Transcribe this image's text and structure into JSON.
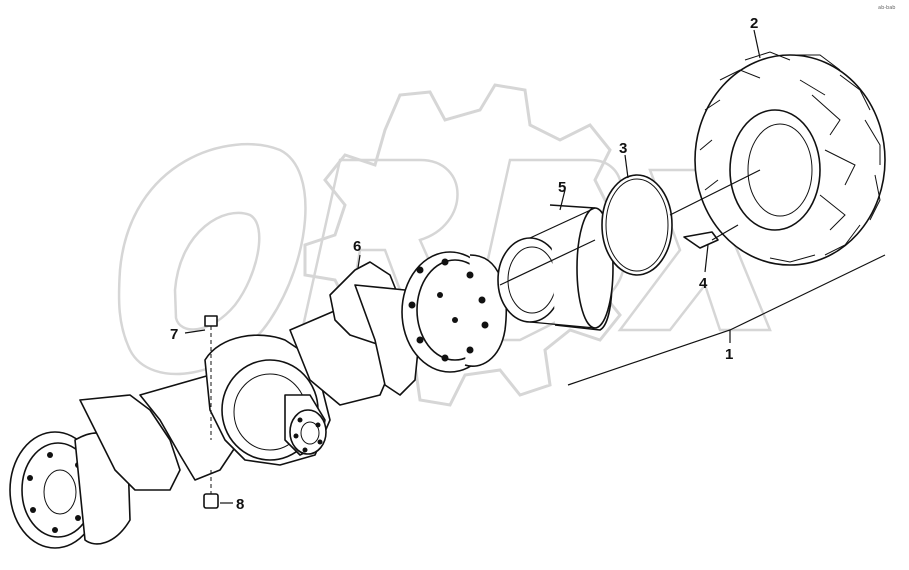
{
  "watermark": {
    "text": "ORBX"
  },
  "corner_mark": {
    "text": "ab-bab"
  },
  "callouts": [
    {
      "id": "1",
      "label": "1"
    },
    {
      "id": "2",
      "label": "2"
    },
    {
      "id": "3",
      "label": "3"
    },
    {
      "id": "4",
      "label": "4"
    },
    {
      "id": "5",
      "label": "5"
    },
    {
      "id": "6",
      "label": "6"
    },
    {
      "id": "7",
      "label": "7"
    },
    {
      "id": "8",
      "label": "8"
    }
  ],
  "colors": {
    "line": "#111111",
    "watermark": "#d9d9d9",
    "background": "#ffffff"
  }
}
